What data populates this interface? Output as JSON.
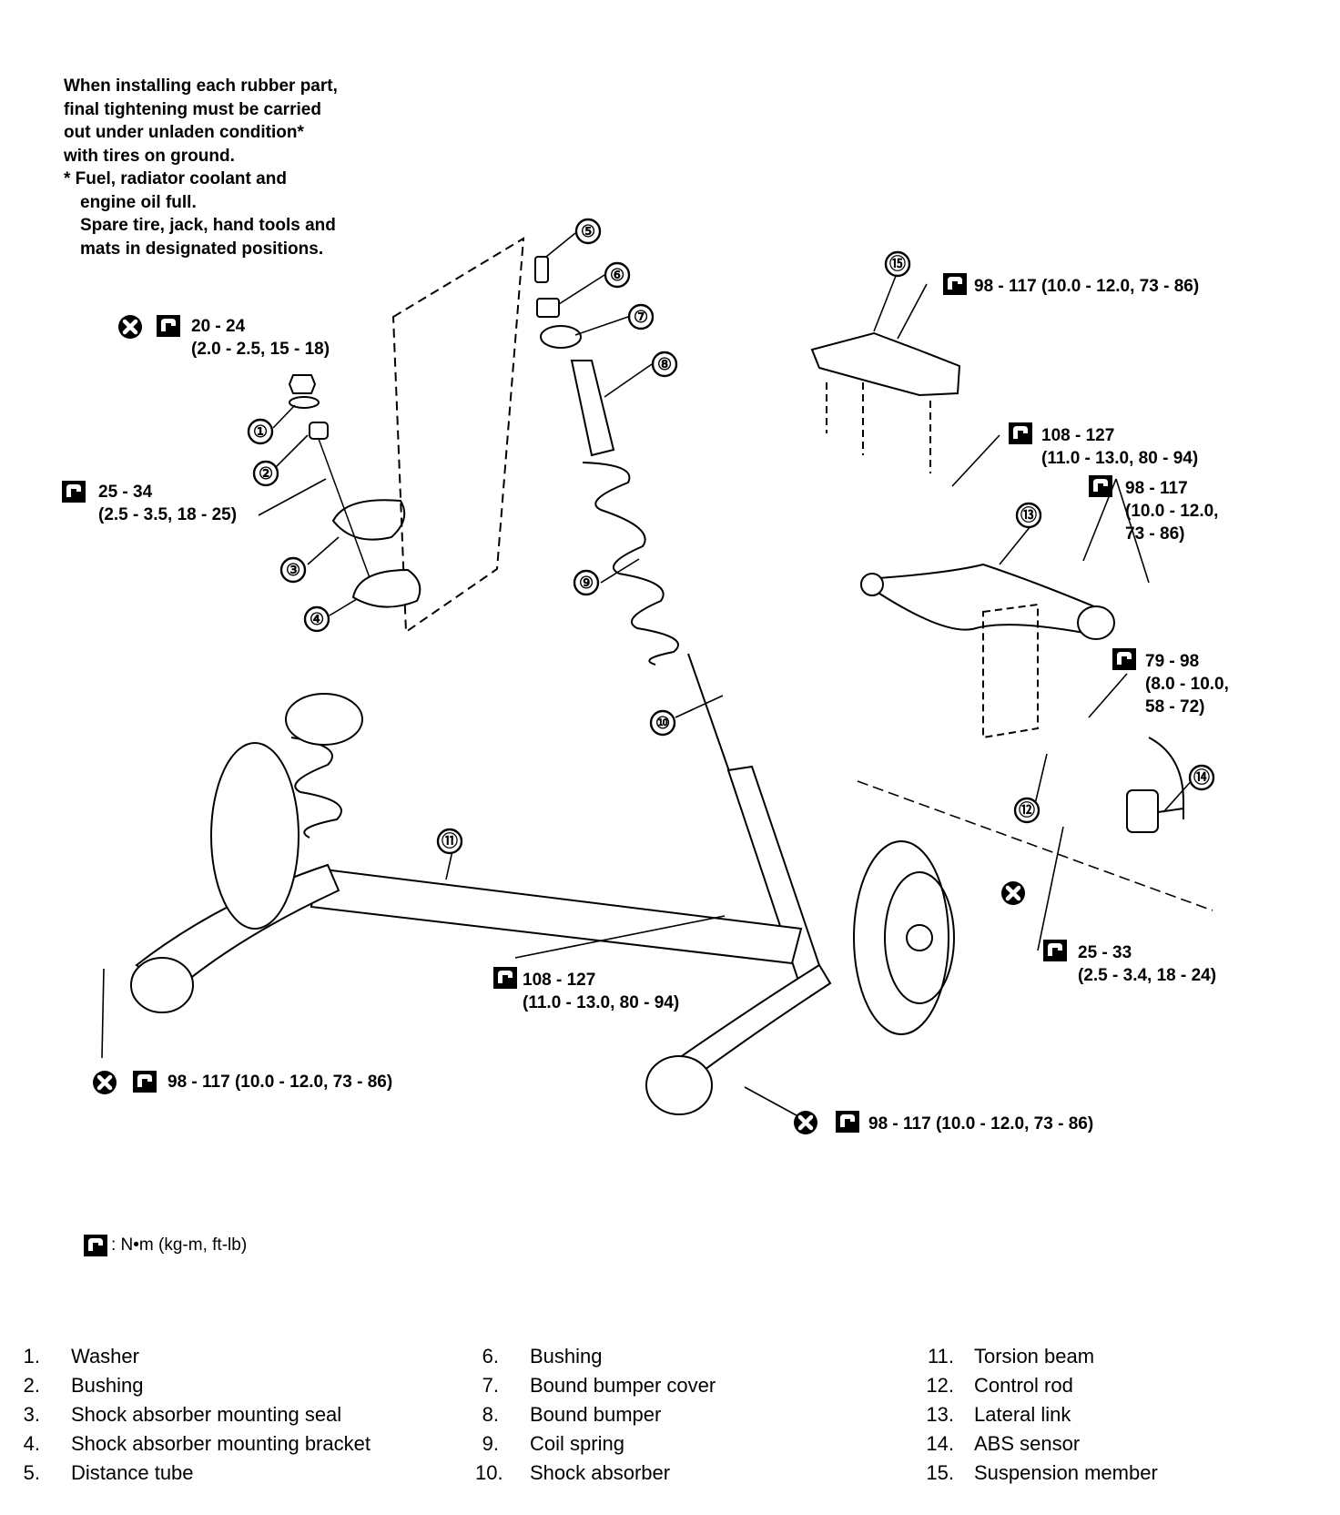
{
  "note": {
    "lines": [
      "When installing each rubber part,",
      "final tightening must be carried",
      "out under unladen condition*",
      "with tires on ground.",
      "*  Fuel, radiator coolant and",
      "engine oil full.",
      "Spare tire, jack, hand tools and",
      "mats in designated positions."
    ]
  },
  "callouts": {
    "nut_top": {
      "line1": "20 - 24",
      "line2": "(2.0 - 2.5, 15 - 18)"
    },
    "bracket_nut": {
      "line1": "25 - 34",
      "line2": "(2.5 - 3.5, 18 - 25)"
    },
    "member_front": {
      "line1": "98 - 117 (10.0 - 12.0, 73 - 86)"
    },
    "member_bolt": {
      "line1": "108 - 127",
      "line2": "(11.0 - 13.0, 80 - 94)"
    },
    "lateral_link": {
      "line1": "98 - 117",
      "line2": "(10.0 - 12.0,",
      "line3": "73 - 86)"
    },
    "control_rod": {
      "line1": "79 - 98",
      "line2": "(8.0 - 10.0,",
      "line3": "58 - 72)"
    },
    "abs_sensor": {
      "line1": "25 - 33",
      "line2": "(2.5 - 3.4, 18 - 24)"
    },
    "shock_lower": {
      "line1": "108 - 127",
      "line2": "(11.0 - 13.0, 80 - 94)"
    },
    "beam_left": {
      "line1": "98 - 117 (10.0 - 12.0, 73 - 86)"
    },
    "beam_right": {
      "line1": "98 - 117 (10.0 - 12.0, 73 - 86)"
    }
  },
  "markers": [
    "①",
    "②",
    "③",
    "④",
    "⑤",
    "⑥",
    "⑦",
    "⑧",
    "⑨",
    "⑩",
    "⑪",
    "⑫",
    "⑬",
    "⑭",
    "⑮"
  ],
  "units_legend": ": N•m (kg-m, ft-lb)",
  "parts": {
    "col1": [
      {
        "num": "1.",
        "name": "Washer"
      },
      {
        "num": "2.",
        "name": "Bushing"
      },
      {
        "num": "3.",
        "name": "Shock absorber mounting seal"
      },
      {
        "num": "4.",
        "name": "Shock absorber mounting bracket"
      },
      {
        "num": "5.",
        "name": "Distance tube"
      }
    ],
    "col2": [
      {
        "num": "6.",
        "name": "Bushing"
      },
      {
        "num": "7.",
        "name": "Bound bumper cover"
      },
      {
        "num": "8.",
        "name": "Bound bumper"
      },
      {
        "num": "9.",
        "name": "Coil spring"
      },
      {
        "num": "10.",
        "name": "Shock absorber"
      }
    ],
    "col3": [
      {
        "num": "11.",
        "name": "Torsion beam"
      },
      {
        "num": "12.",
        "name": "Control rod"
      },
      {
        "num": "13.",
        "name": "Lateral link"
      },
      {
        "num": "14.",
        "name": "ABS sensor"
      },
      {
        "num": "15.",
        "name": "Suspension member"
      }
    ]
  },
  "icons": {
    "torque": "torque-wrench-icon",
    "no_reuse": "do-not-reuse-icon"
  }
}
